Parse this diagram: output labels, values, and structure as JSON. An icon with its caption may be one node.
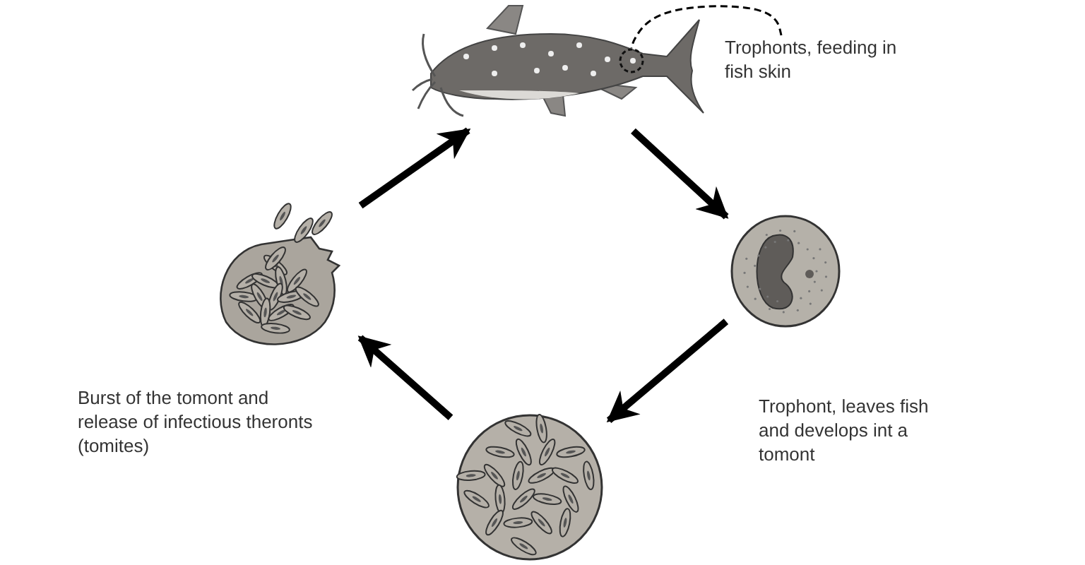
{
  "diagram": {
    "nodes": [
      {
        "text": [],
        "shape": "picture"
      },
      {
        "text": [],
        "shape": "circle",
        "in": 0
      },
      {
        "text": [
          "Trophonts, feeding in fish skin"
        ]
      },
      {
        "text": [],
        "shape": "picture",
        "beside": [
          "Trophont, leaves fish and develops int a tomont"
        ]
      },
      {
        "text": [],
        "shape": "picture"
      },
      {
        "text": [],
        "shape": "picture",
        "beside": [
          "Burst of the tomont and release of infectious theronts (tomites)"
        ]
      }
    ],
    "edges": [
      {
        "from": 2,
        "to": 1,
        "arrow": "none",
        "style": "dashed"
      },
      {
        "from": 0,
        "to": 3,
        "arrow": "to"
      },
      {
        "from": 3,
        "to": 4,
        "arrow": "to"
      },
      {
        "from": 4,
        "to": 5,
        "arrow": "to"
      },
      {
        "from": 5,
        "to": 0,
        "arrow": "to"
      }
    ]
  }
}
